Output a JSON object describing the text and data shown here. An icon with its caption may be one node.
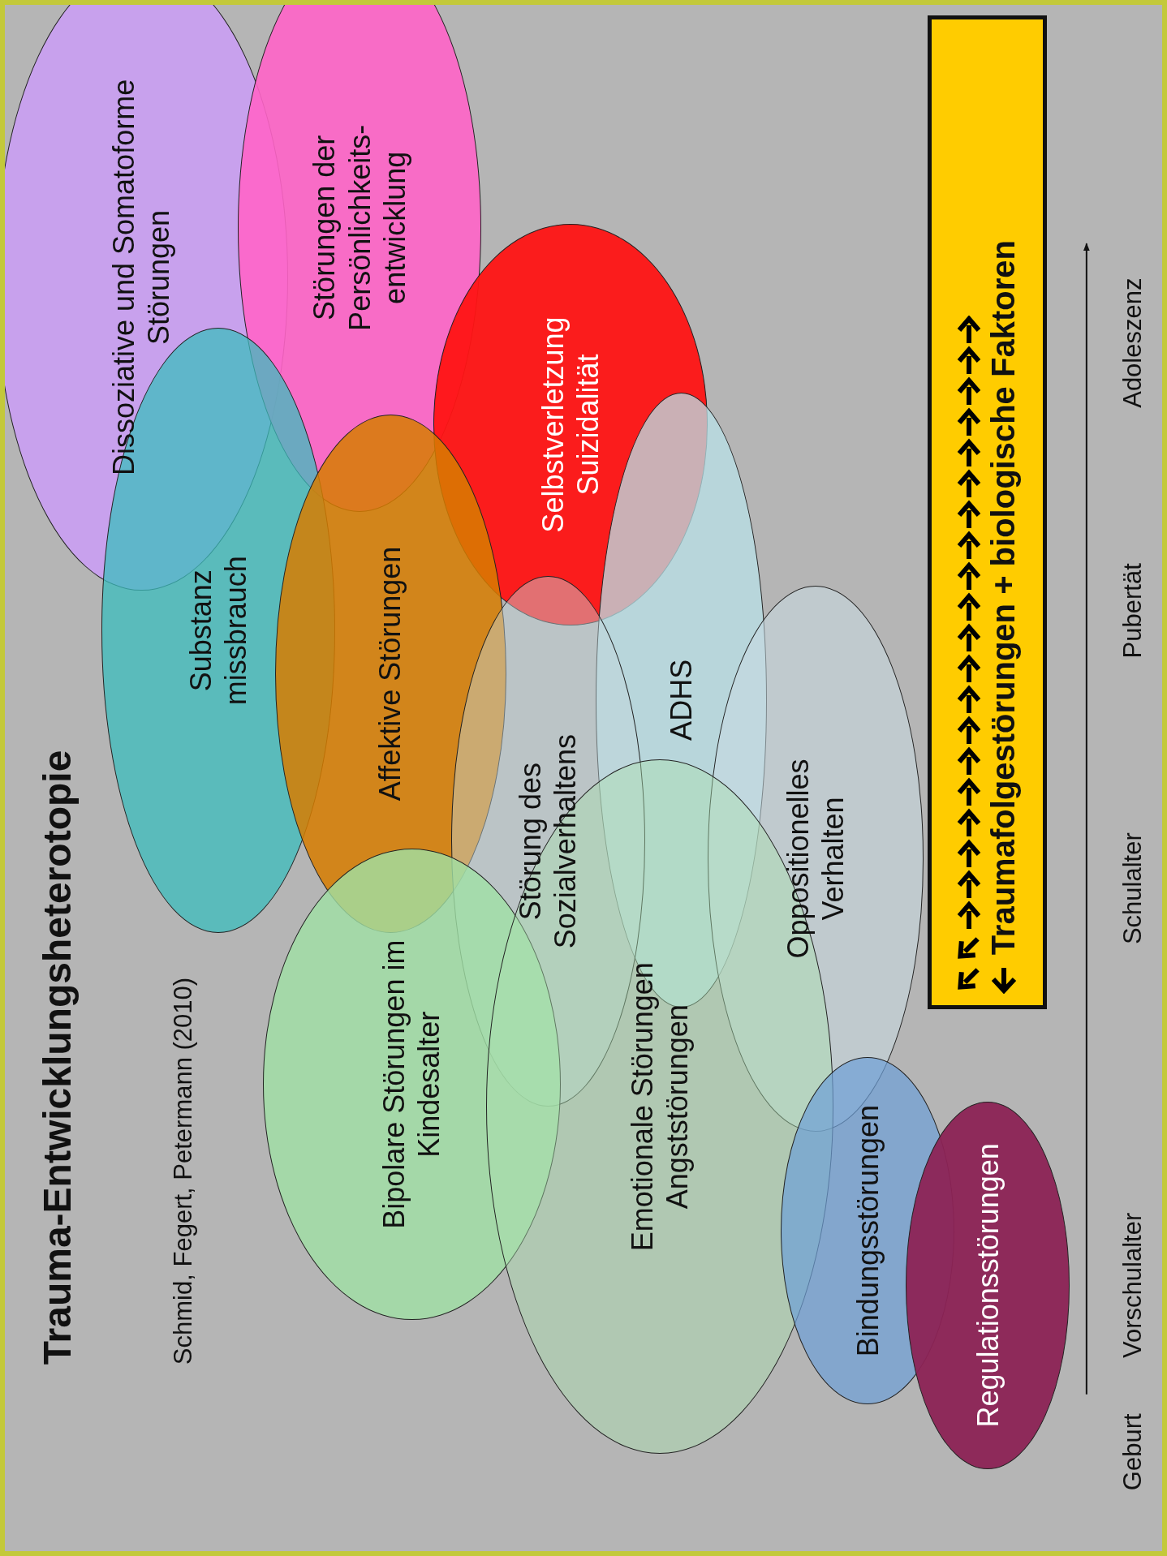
{
  "diagram": {
    "title": "Trauma-Entwicklungsheterotopie",
    "nodes": [
      {
        "text": [
          "Dissoziative und Somatoforme Störungen"
        ]
      },
      {
        "text": [
          "Störungen der Persönlichkeits- entwicklung"
        ]
      },
      {
        "text": [
          "Selbstverletzung Suizidalität"
        ]
      },
      {
        "text": [
          "Substanz missbrauch"
        ]
      },
      {
        "text": [
          "Affektive Störungen"
        ]
      },
      {
        "text": [
          "ADHS"
        ]
      },
      {
        "text": [
          "Störung des Sozialverhaltens"
        ]
      },
      {
        "text": [
          "Oppositionelles Verhalten"
        ]
      },
      {
        "text": [
          "Bipolare Störungen im Kindesalter"
        ]
      },
      {
        "text": [
          "Emotionale Störungen Angststörungen"
        ]
      },
      {
        "text": [
          "Bindungsstörungen"
        ]
      },
      {
        "text": [
          "Regulationsstörungen"
        ]
      },
      {
        "text": [
          "Traumafolgestörungen + biologische Faktoren"
        ]
      }
    ],
    "labels": [
      "Schmid, Fegert, Petermann (2010)",
      "Geburt",
      "Vorschulalter",
      "Schulalter",
      "Pubertät",
      "Adoleszenz"
    ]
  }
}
